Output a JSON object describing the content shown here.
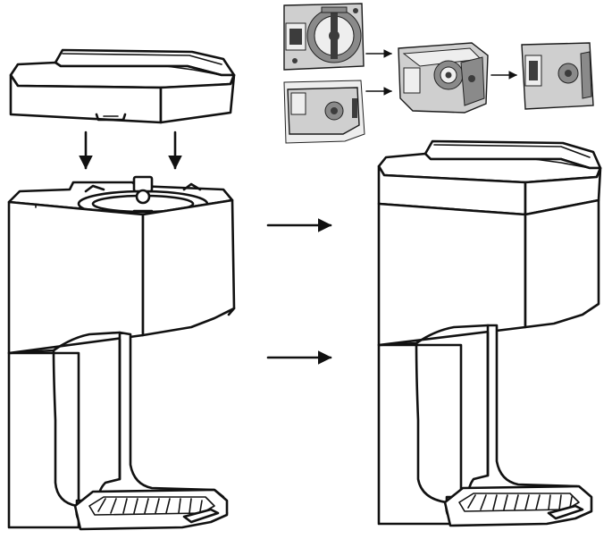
{
  "diagram": {
    "description_free": true,
    "colors": {
      "line": "#111111",
      "background": "#ffffff",
      "photo_gray": "#cfcfcf"
    },
    "flow_arrows": [
      {
        "from": "lid",
        "to": "base-opening-left"
      },
      {
        "from": "lid",
        "to": "base-opening-right"
      },
      {
        "from": "photo-1",
        "to": "photo-3"
      },
      {
        "from": "photo-2",
        "to": "photo-3"
      },
      {
        "from": "photo-3",
        "to": "photo-4"
      },
      {
        "from": "open-unit",
        "to": "assembled-unit"
      },
      {
        "from": "open-unit-base",
        "to": "assembled-unit-base"
      }
    ]
  }
}
